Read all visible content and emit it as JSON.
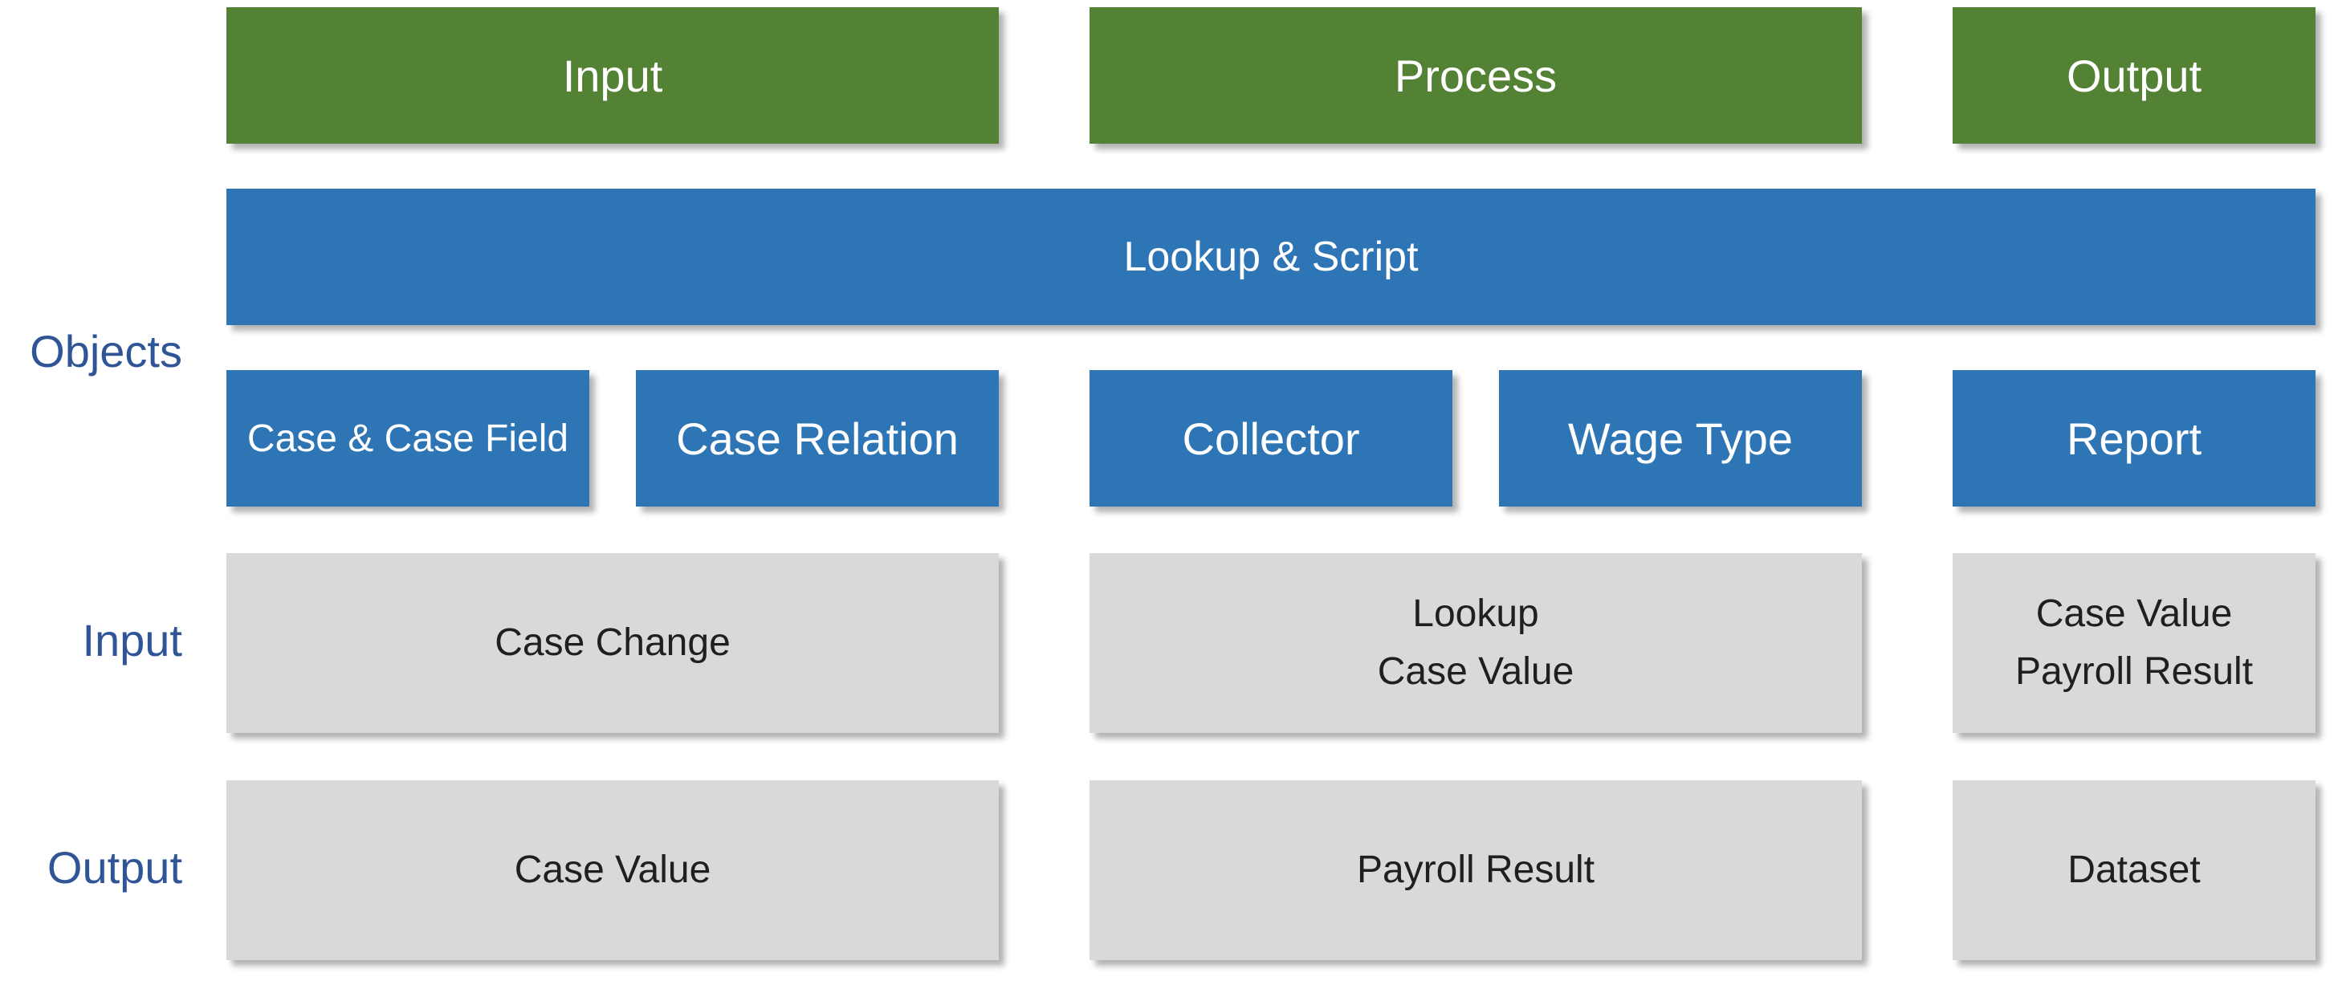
{
  "columns": {
    "input": "Input",
    "process": "Process",
    "output": "Output"
  },
  "lookup_script": "Lookup & Script",
  "row_labels": {
    "objects": "Objects",
    "input": "Input",
    "output": "Output"
  },
  "objects": {
    "case_field": "Case & Case Field",
    "case_relation": "Case Relation",
    "collector": "Collector",
    "wage_type": "Wage Type",
    "report": "Report"
  },
  "input_row": {
    "input_col": [
      "Case Change"
    ],
    "process_col": [
      "Lookup",
      "Case Value"
    ],
    "output_col": [
      "Case Value",
      "Payroll Result"
    ]
  },
  "output_row": {
    "input_col": [
      "Case Value"
    ],
    "process_col": [
      "Payroll Result"
    ],
    "output_col": [
      "Dataset"
    ]
  },
  "colors": {
    "header_green": "#548235",
    "object_blue": "#2e75b6",
    "data_gray": "#d9d9d9",
    "label_blue": "#2f5597"
  }
}
